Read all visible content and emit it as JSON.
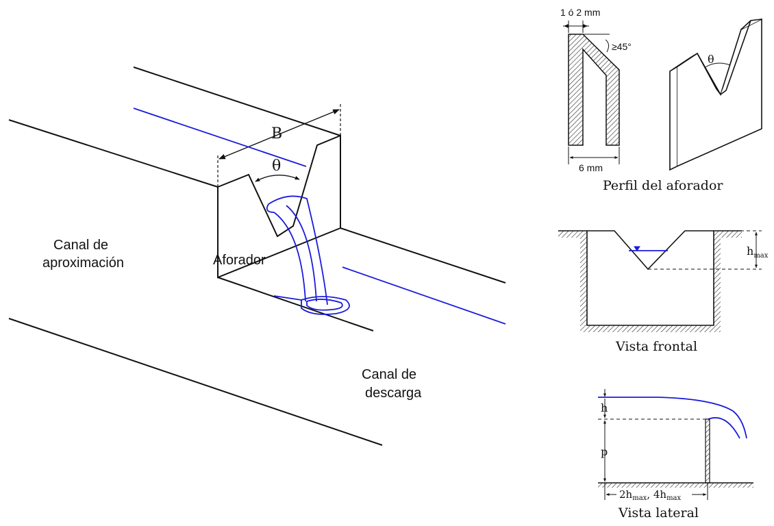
{
  "colors": {
    "line": "#111111",
    "water": "#1a1adc",
    "hatch": "#333333"
  },
  "main": {
    "label_B": "B",
    "label_theta": "θ",
    "label_approach_1": "Canal de",
    "label_approach_2": "aproximación",
    "label_weir": "Aforador",
    "label_discharge_1": "Canal de",
    "label_discharge_2": "descarga"
  },
  "profile": {
    "dim_top": "1 ó 2 mm",
    "angle": "≥45°",
    "dim_bottom": "6 mm",
    "theta": "θ",
    "caption": "Perfil del aforador"
  },
  "front": {
    "h": "h",
    "h_sub": "max",
    "caption": "Vista frontal"
  },
  "side": {
    "h": "h",
    "p": "p",
    "dist_a": "2h",
    "dist_sub_a": "max",
    "dist_sep": ", 4h",
    "dist_sub_b": "max",
    "caption": "Vista lateral"
  }
}
